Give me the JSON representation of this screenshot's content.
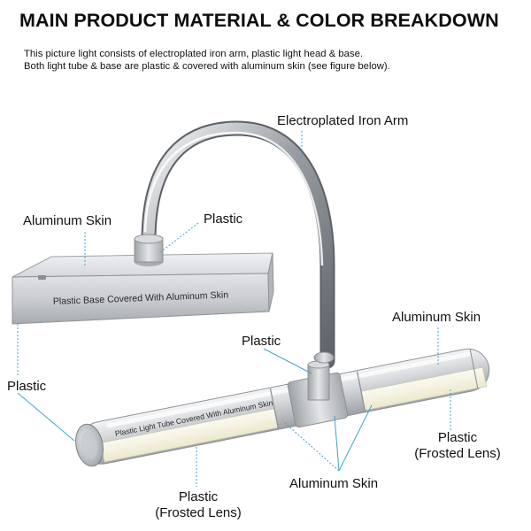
{
  "title": "MAIN PRODUCT MATERIAL & COLOR BREAKDOWN",
  "intro": {
    "line1": "This picture light consists of electroplated iron arm, plastic light head & base.",
    "line2": "Both light tube & base are plastic & covered with aluminum skin (see figure below)."
  },
  "labels": {
    "arm": "Electroplated Iron Arm",
    "base_skin": "Aluminum Skin",
    "base_plastic": "Plastic",
    "base_inprint": "Plastic Base Covered With Aluminum Skin",
    "head_plastic": "Plastic",
    "tube_skin_right": "Aluminum Skin",
    "end_cap_plastic": "Plastic",
    "tube_inprint": "Plastic Light Tube Covered With Aluminum Skin",
    "lens_right_line1": "Plastic",
    "lens_right_line2": "(Frosted Lens)",
    "lens_left_line1": "Plastic",
    "lens_left_line2": "(Frosted Lens)",
    "tube_skin_bottom": "Aluminum Skin"
  },
  "colors": {
    "leader": "#3fa5c8",
    "aluminum": "#c9ccd0",
    "lens": "#f3f1df"
  }
}
